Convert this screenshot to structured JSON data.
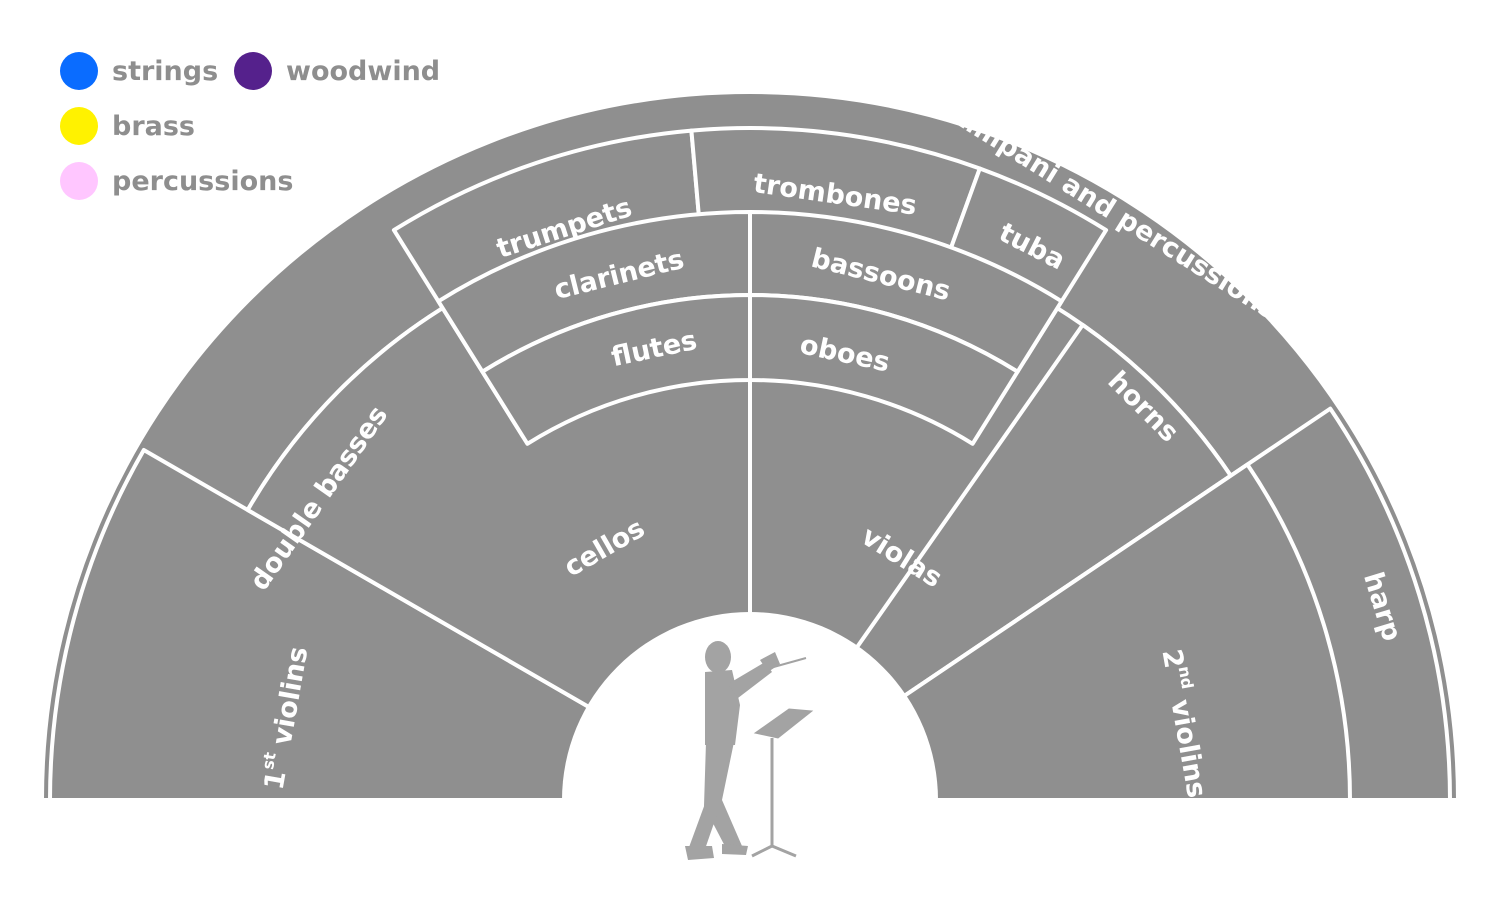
{
  "legend": [
    {
      "label": "strings",
      "color": "#0a6cff"
    },
    {
      "label": "woodwind",
      "color": "#55218c"
    },
    {
      "label": "brass",
      "color": "#fff200"
    },
    {
      "label": "percussions",
      "color": "#ffc6ff"
    }
  ],
  "sections": {
    "timpani": {
      "label": "timpani and percussions"
    },
    "trumpets": {
      "label": "trumpets"
    },
    "trombones": {
      "label": "trombones"
    },
    "tuba": {
      "label": "tuba"
    },
    "clarinets": {
      "label": "clarinets"
    },
    "bassoons": {
      "label": "bassoons"
    },
    "flutes": {
      "label": "flutes"
    },
    "oboes": {
      "label": "oboes"
    },
    "doublebasses": {
      "label": "double basses"
    },
    "cellos": {
      "label": "cellos"
    },
    "violas": {
      "label": "violas"
    },
    "horns": {
      "label": "horns"
    },
    "harp": {
      "label": "harp"
    },
    "violins1": {
      "num": "1",
      "sup": "st",
      "label": " violins"
    },
    "violins2": {
      "num": "2",
      "sup": "nd",
      "label": " violins"
    }
  },
  "colors": {
    "section": "#8f8f8f",
    "conductor": "#a3a3a3",
    "divider": "#ffffff"
  },
  "icons": {
    "conductor": "conductor-silhouette-icon",
    "stand": "music-stand-icon"
  }
}
